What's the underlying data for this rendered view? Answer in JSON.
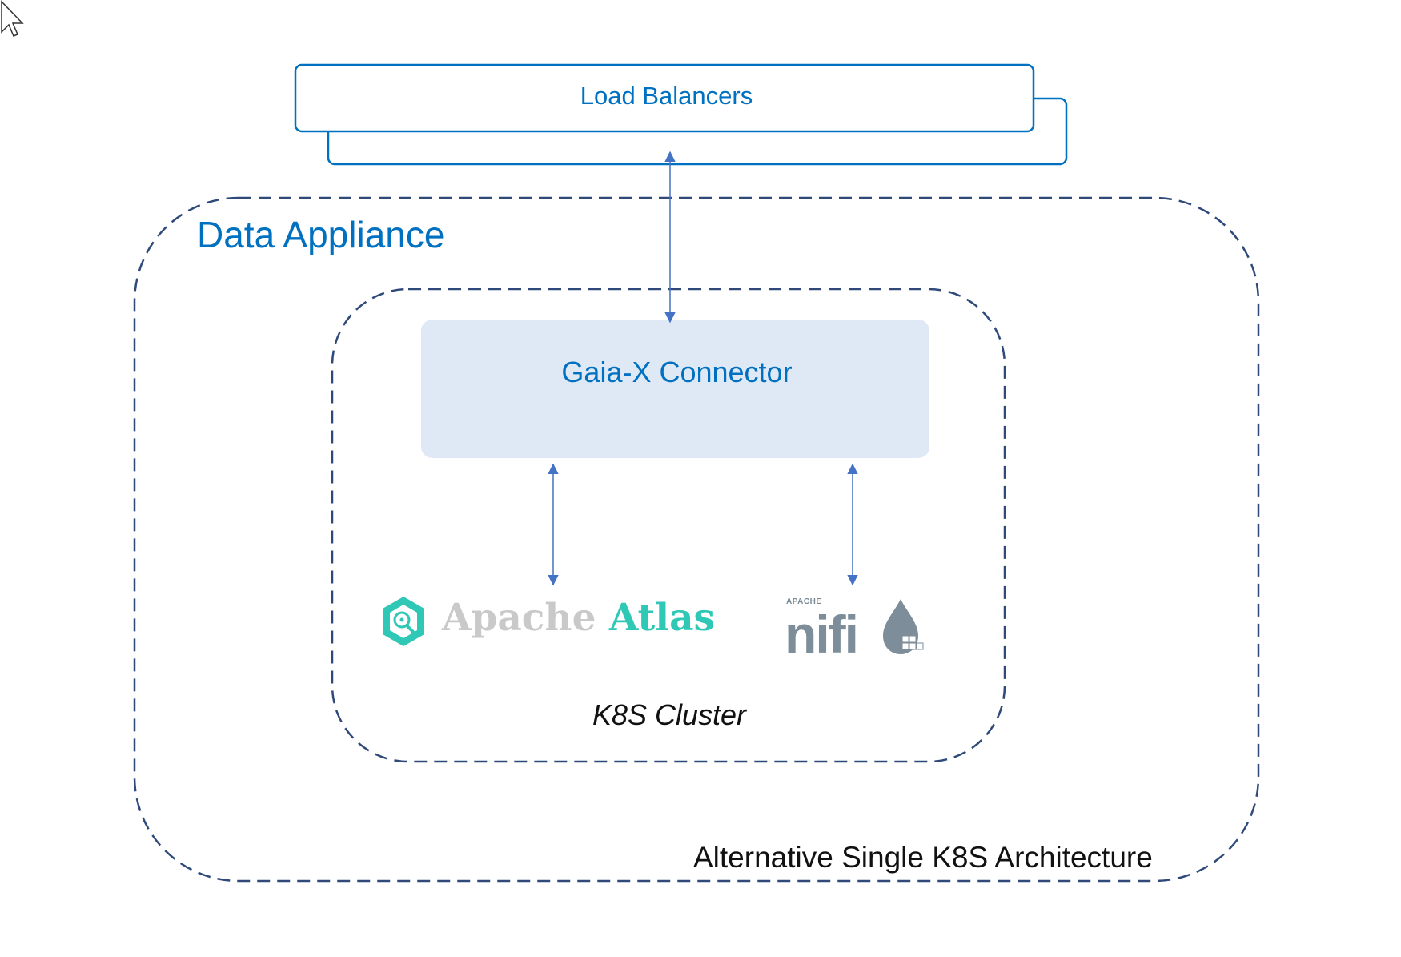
{
  "diagram": {
    "load_balancers_label": "Load Balancers",
    "data_appliance_label": "Data Appliance",
    "connector_label": "Gaia-X Connector",
    "cluster_label": "K8S Cluster",
    "architecture_label": "Alternative Single K8S Architecture"
  },
  "logos": {
    "atlas": {
      "word1": "Apache",
      "word2": "Atlas"
    },
    "nifi": {
      "small": "APACHE",
      "word": "nifi"
    }
  },
  "colors": {
    "accent_blue": "#0070c0",
    "dashed_border": "#2f4a7a",
    "arrow": "#4472c4",
    "connector_fill": "#dfe9f5",
    "atlas_teal": "#2fc7b5",
    "atlas_gray": "#c9c9c9",
    "nifi_gray": "#7d8e9a"
  },
  "icons": [
    "mouse-pointer-icon",
    "atlas-hexagon-icon",
    "nifi-drop-icon"
  ]
}
